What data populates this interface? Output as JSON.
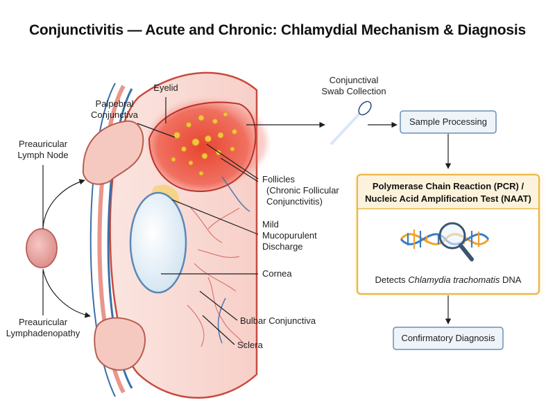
{
  "title": "Conjunctivitis — Acute and Chronic: Chlamydial Mechanism & Diagnosis",
  "labels": {
    "eyelid": "Eyelid",
    "palpebral_1": "Palpebral",
    "palpebral_2": "Conjunctiva",
    "preauricular_node_1": "Preauricular",
    "preauricular_node_2": "Lymph Node",
    "follicles_1": "Follicles",
    "follicles_2": "(Chronic Follicular",
    "follicles_3": "Conjunctivitis)",
    "discharge_1": "Mild",
    "discharge_2": "Mucopurulent",
    "discharge_3": "Discharge",
    "cornea": "Cornea",
    "bulbar": "Bulbar Conjunctiva",
    "sclera": "Sclera",
    "lymphadenopathy_1": "Preauricular",
    "lymphadenopathy_2": "Lymphadenopathy",
    "swab_1": "Conjunctival",
    "swab_2": "Swab Collection"
  },
  "flow": {
    "sample_processing": "Sample Processing",
    "pcr_title_1": "Polymerase Chain Reaction (PCR) /",
    "pcr_title_2": "Nucleic Acid Amplification Test (NAAT)",
    "detects_prefix": "Detects ",
    "detects_organism": "Chlamydia trachomatis",
    "detects_suffix": " DNA",
    "confirmatory": "Confirmatory Diagnosis"
  },
  "icons": [
    "cotton-swab-icon",
    "dna-magnifier-icon"
  ],
  "colors": {
    "conjunctiva_red": "#e64a3c",
    "follicle_yellow": "#f5c542",
    "pcr_border": "#e8b84a",
    "box_fill": "#eef4fa",
    "box_border": "#6b8fb0",
    "dna_orange": "#f0a030",
    "dna_blue": "#3a7cc4"
  }
}
